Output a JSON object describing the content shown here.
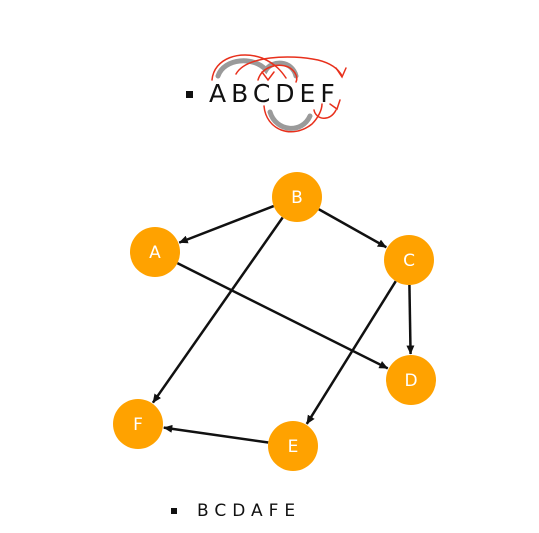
{
  "sequence_top": {
    "letters": [
      "A",
      "B",
      "C",
      "D",
      "E",
      "F"
    ],
    "text": "ABCDEF"
  },
  "sequence_bottom": {
    "text": "BCDAFE"
  },
  "colors": {
    "node_fill": "#FFA200",
    "node_text": "#ffffff",
    "edge": "#111111",
    "annotation_red": "#E8301C",
    "annotation_gray": "#9A9A9A"
  },
  "graph": {
    "nodes": [
      {
        "id": "A",
        "label": "A"
      },
      {
        "id": "B",
        "label": "B"
      },
      {
        "id": "C",
        "label": "C"
      },
      {
        "id": "D",
        "label": "D"
      },
      {
        "id": "E",
        "label": "E"
      },
      {
        "id": "F",
        "label": "F"
      }
    ],
    "edges": [
      {
        "from": "B",
        "to": "A"
      },
      {
        "from": "B",
        "to": "C"
      },
      {
        "from": "B",
        "to": "F"
      },
      {
        "from": "A",
        "to": "D"
      },
      {
        "from": "C",
        "to": "D"
      },
      {
        "from": "C",
        "to": "E"
      },
      {
        "from": "E",
        "to": "F"
      }
    ]
  }
}
